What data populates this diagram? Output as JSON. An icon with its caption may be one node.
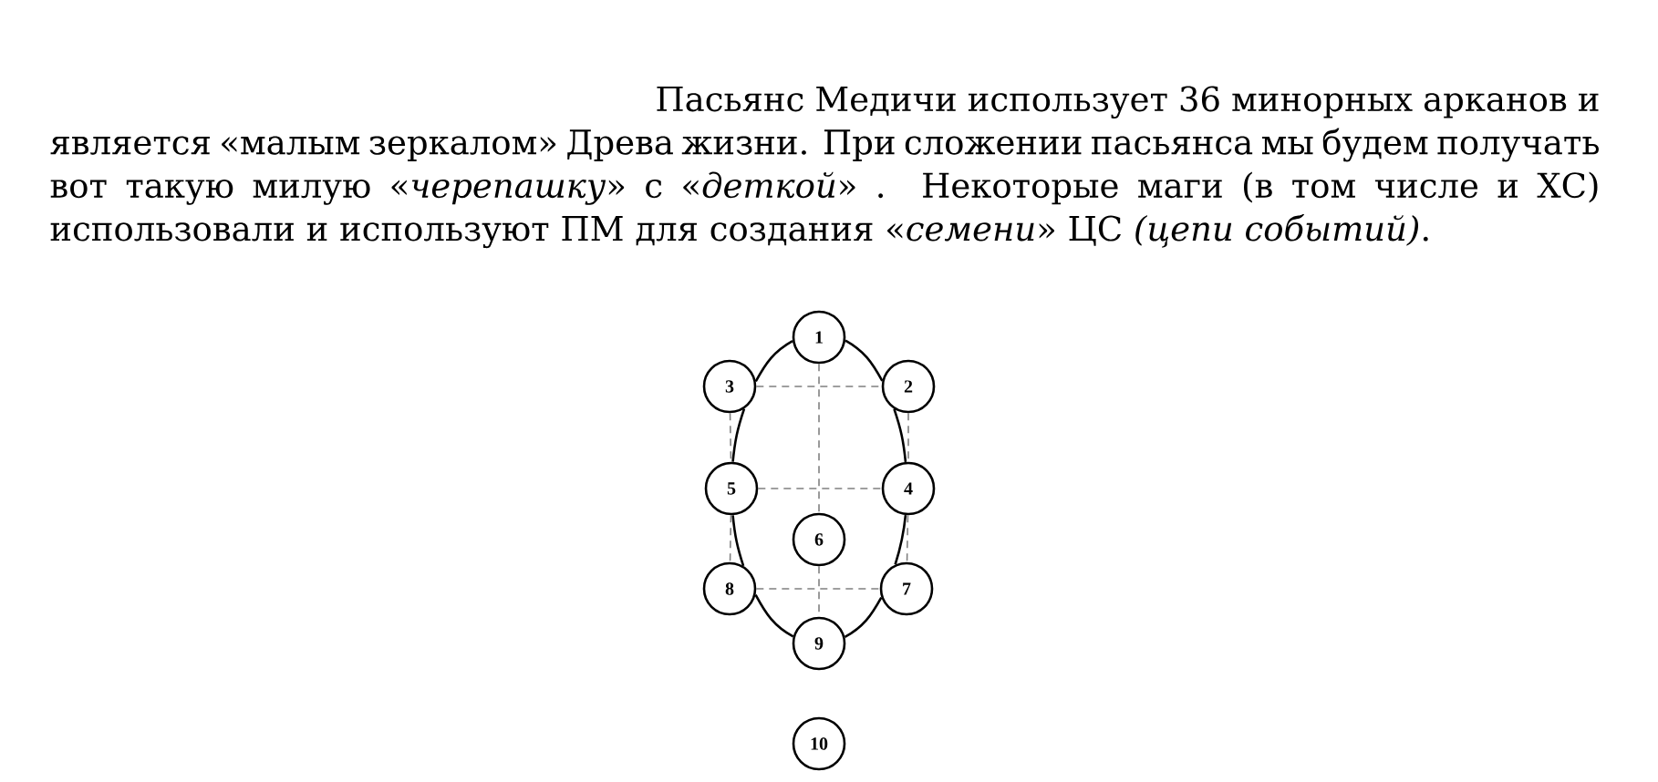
{
  "diagram": {
    "nodes": [
      {
        "text": [
          "1"
        ]
      },
      {
        "text": [
          "3"
        ]
      },
      {
        "text": [
          "2"
        ]
      },
      {
        "text": [
          "5"
        ]
      },
      {
        "text": [
          "4"
        ]
      },
      {
        "text": [
          "6"
        ]
      },
      {
        "text": [
          "8"
        ]
      },
      {
        "text": [
          "7"
        ]
      },
      {
        "text": [
          "9"
        ]
      },
      {
        "text": [
          "10"
        ]
      }
    ],
    "edges": [
      {
        "from": 0,
        "to": 1,
        "arrow": "none",
        "color": "#000000"
      },
      {
        "from": 1,
        "to": 3,
        "arrow": "none",
        "color": "#000000"
      },
      {
        "from": 3,
        "to": 6,
        "arrow": "none",
        "color": "#000000"
      },
      {
        "from": 6,
        "to": 8,
        "arrow": "none",
        "color": "#000000"
      },
      {
        "from": 0,
        "to": 2,
        "arrow": "none",
        "color": "#000000"
      },
      {
        "from": 2,
        "to": 4,
        "arrow": "none",
        "color": "#000000"
      },
      {
        "from": 4,
        "to": 7,
        "arrow": "none",
        "color": "#000000"
      },
      {
        "from": 7,
        "to": 8,
        "arrow": "none",
        "color": "#000000"
      },
      {
        "from": 1,
        "to": 2,
        "arrow": "none",
        "style": "dashed"
      },
      {
        "from": 3,
        "to": 4,
        "arrow": "none",
        "style": "dashed"
      },
      {
        "from": 6,
        "to": 7,
        "arrow": "none",
        "style": "dashed"
      },
      {
        "from": 0,
        "to": 5,
        "arrow": "none",
        "style": "dashed"
      },
      {
        "from": 5,
        "to": 8,
        "arrow": "none",
        "style": "dashed"
      },
      {
        "from": 1,
        "to": 3,
        "arrow": "none",
        "style": "dashed"
      },
      {
        "from": 3,
        "to": 6,
        "arrow": "none",
        "style": "dashed"
      },
      {
        "from": 2,
        "to": 4,
        "arrow": "none",
        "style": "dashed"
      },
      {
        "from": 4,
        "to": 7,
        "arrow": "none",
        "style": "dashed"
      }
    ],
    "labels": [
      "Пасьянс Медичи использует 36 минорных арканов и является «малым зеркалом» Древа жизни. При сложении пасьянса мы будем получать вот такую милую «*черепашку*» с «*деткой*» . Некоторые маги (в том числе и ХС) использовали и используют ПМ для создания «*семени*» ЦС *(цепи событий)*."
    ]
  }
}
